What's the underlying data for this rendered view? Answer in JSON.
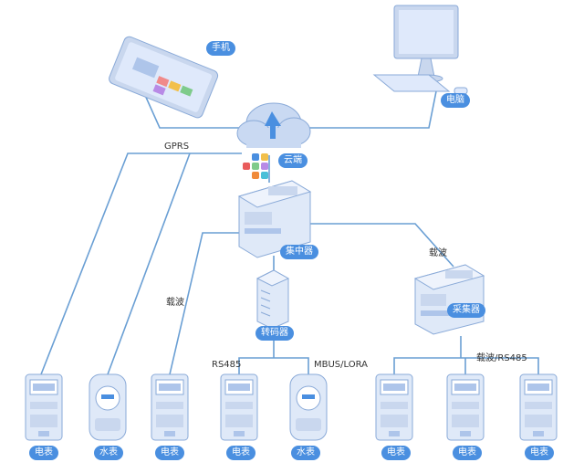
{
  "nodes": {
    "phone": "手机",
    "computer": "电脑",
    "cloud": "云端",
    "concentrator": "集中器",
    "transcoder": "转码器",
    "collector": "采集器",
    "meters": {
      "m1": "电表",
      "m2": "水表",
      "m3": "电表",
      "m4": "电表",
      "m5": "水表",
      "m6": "电表",
      "m7": "电表",
      "m8": "电表"
    }
  },
  "links": {
    "gprs": "GPRS",
    "carrier_left": "载波",
    "carrier_right": "载波",
    "rs485": "RS485",
    "mbus_lora": "MBUS/LORA",
    "carrier_rs485": "载波/RS485"
  },
  "colors": {
    "line": "#6a9fd4",
    "label_bg": "#4a8fe0",
    "device_fill": "#dfe9f8",
    "device_stroke": "#8aaad8"
  }
}
